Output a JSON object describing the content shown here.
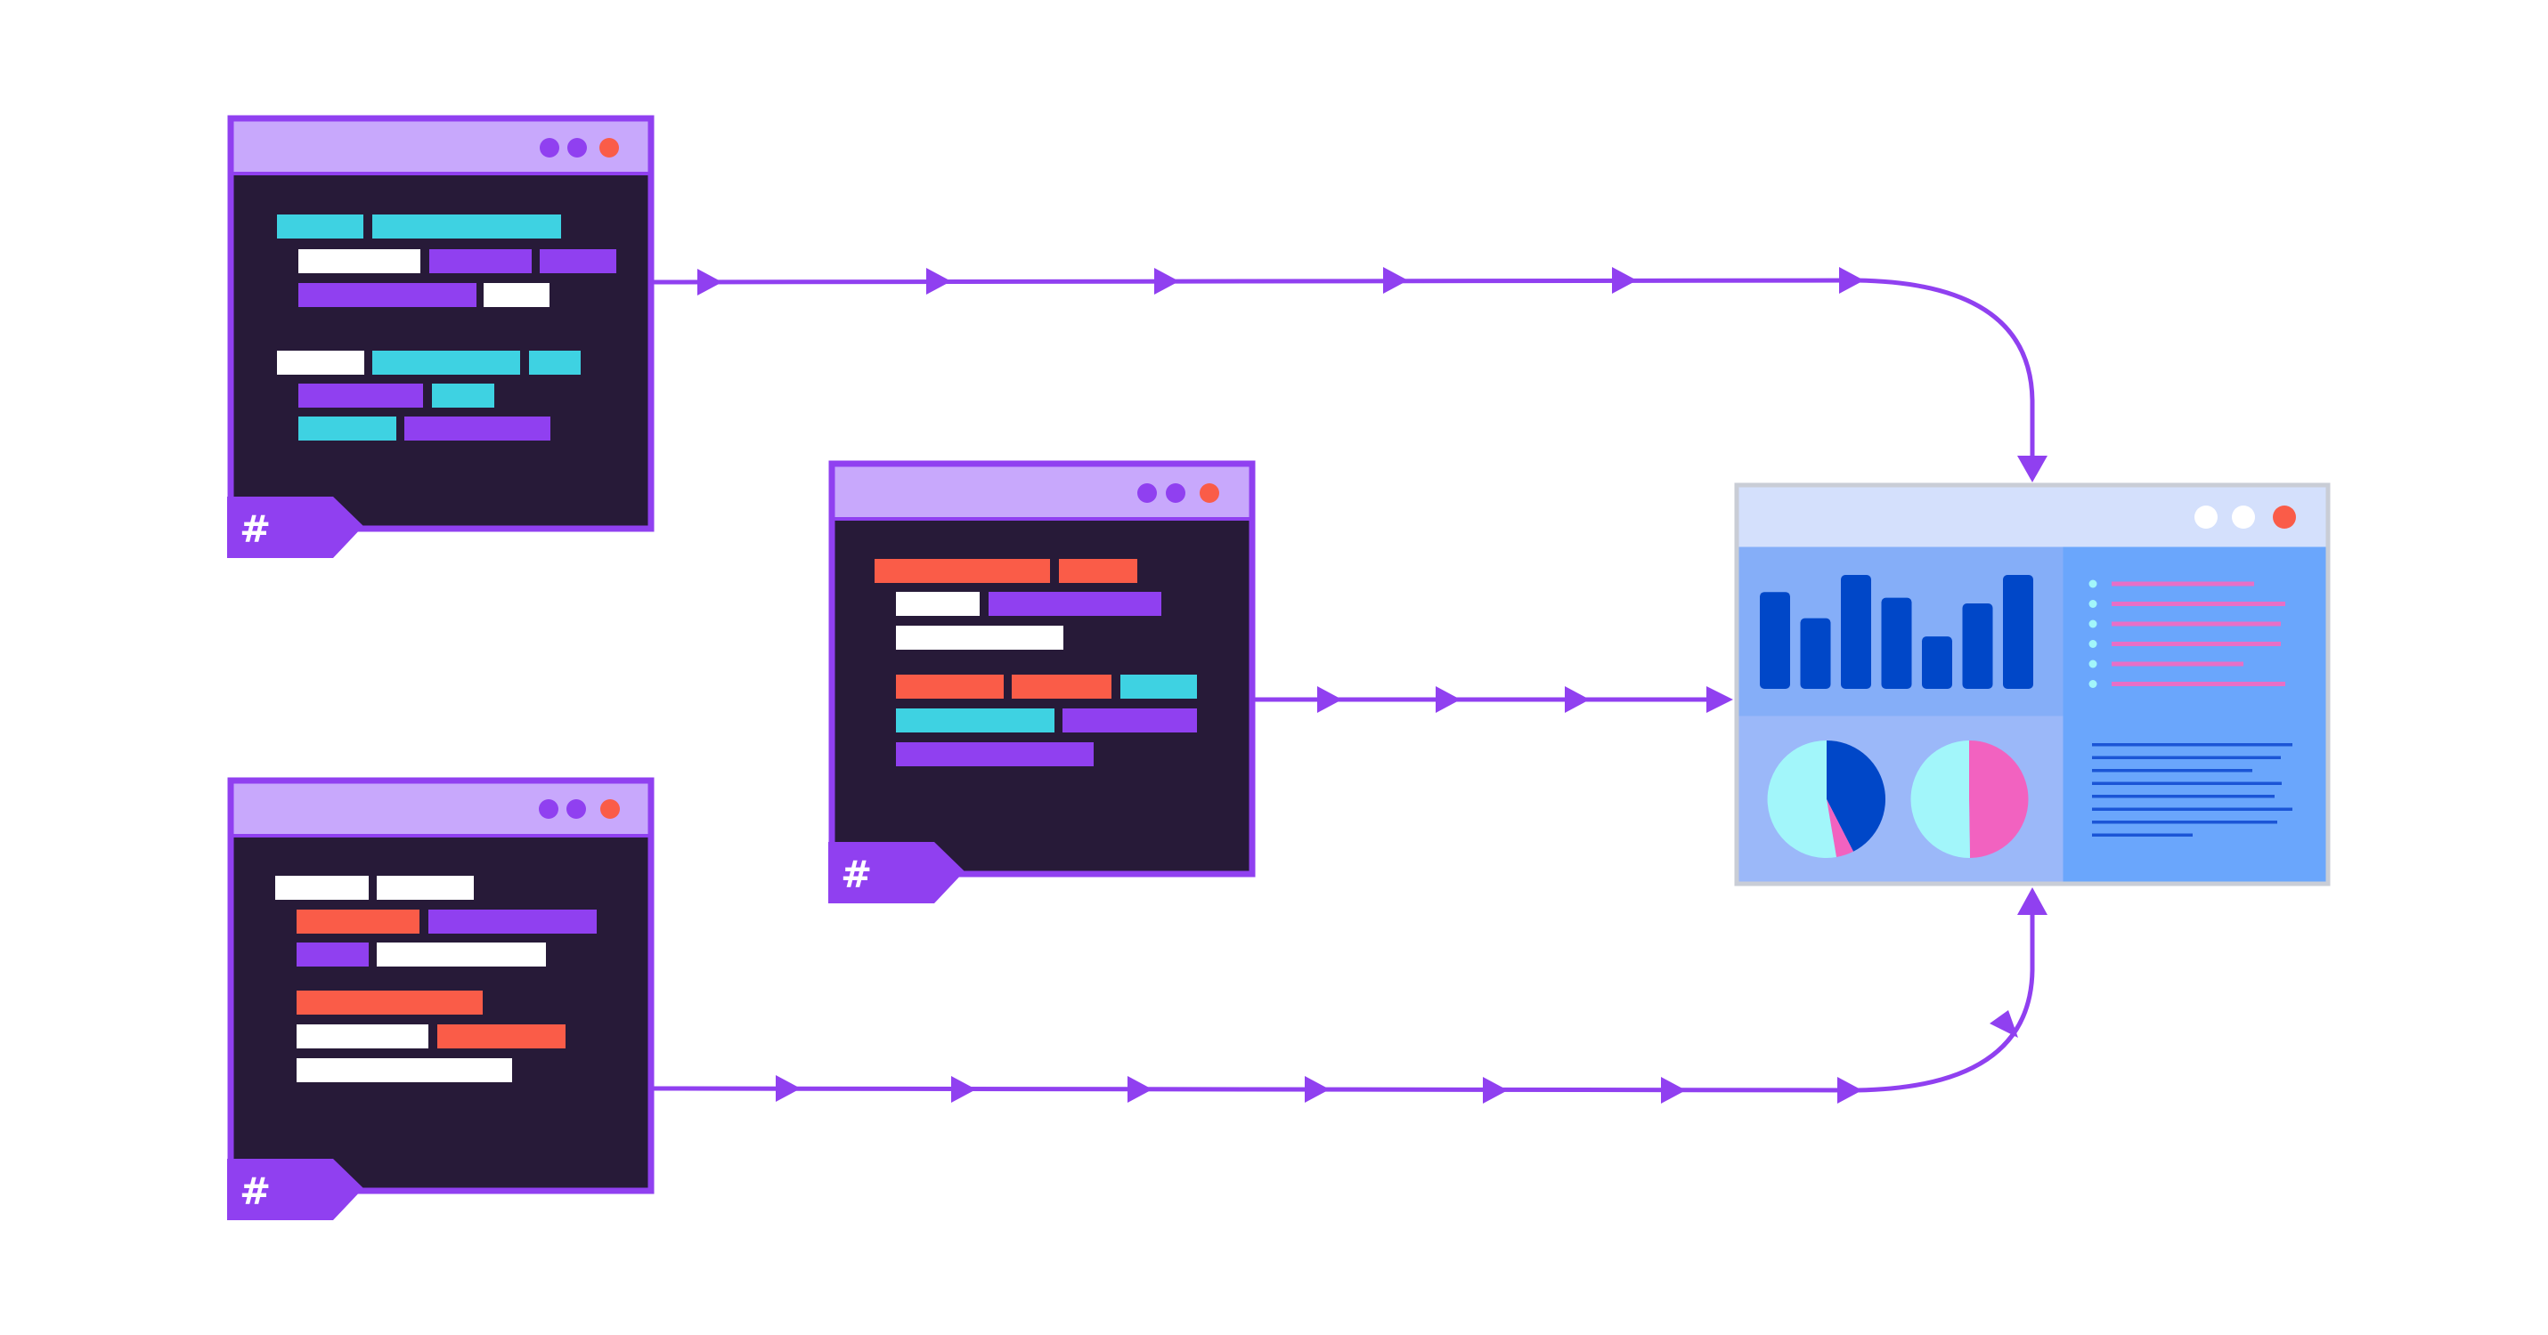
{
  "colors": {
    "purple": "#9040F0",
    "lavender": "#C8A8FC",
    "dark_bg": "#271A38",
    "cyan": "#3ED2E2",
    "white": "#FFFFFF",
    "coral": "#FA5C48",
    "dash_header": "#D4E0FC",
    "dash_left": "#85AEF8",
    "dash_right": "#6AA6FC",
    "dash_bar": "#0047C8",
    "pie_cyan": "#A2F6FA",
    "pie_pink": "#F262C0",
    "dash_pink_line": "#E86FC6",
    "dash_blue_line": "#1B55D6"
  },
  "code_windows": [
    {
      "id": "window-top-left",
      "tag": "#"
    },
    {
      "id": "window-middle",
      "tag": "#"
    },
    {
      "id": "window-bottom-left",
      "tag": "#"
    }
  ],
  "dashboard": {
    "bar_values": [
      0.85,
      0.62,
      1.0,
      0.8,
      0.46,
      0.75,
      1.0
    ],
    "pie_charts": [
      {
        "name": "pie-left",
        "slices": [
          0.42,
          0.06,
          0.52
        ]
      },
      {
        "name": "pie-right",
        "slices": [
          0.45,
          0.55
        ]
      }
    ],
    "list_item_count": 6,
    "text_line_count": 8
  },
  "icons": [
    "window-dots-icon",
    "hash-tag-icon",
    "arrow-head-icon"
  ]
}
